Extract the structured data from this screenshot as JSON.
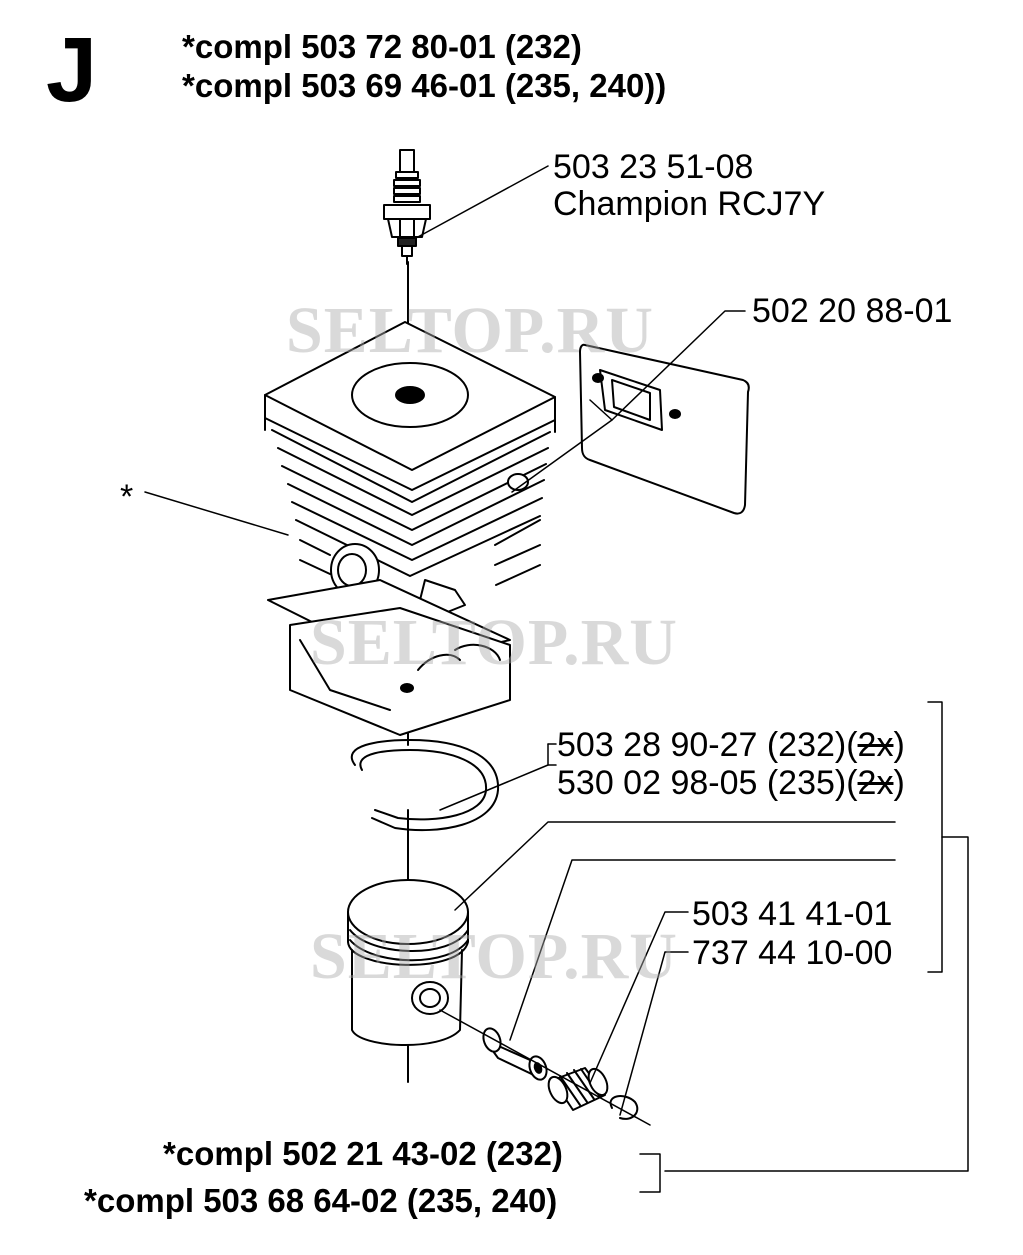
{
  "section_letter": "J",
  "header": {
    "line1": "*compl 503 72 80-01 (232)",
    "line2": "*compl 503 69 46-01 (235, 240))"
  },
  "watermark": "SELTOP.RU",
  "parts": {
    "spark_plug": {
      "number": "503 23 51-08",
      "desc": "Champion RCJ7Y"
    },
    "gasket": {
      "number": "502 20 88-01"
    },
    "cylinder": {
      "mark": "*"
    },
    "piston_ring_232": {
      "number": "503 28 90-27 (232)(",
      "qty": "2x",
      "close": ")"
    },
    "piston_ring_235": {
      "number": "530 02 98-05 (235)(",
      "qty": "2x",
      "close": ")"
    },
    "needle_bearing": {
      "number": "503 41 41-01"
    },
    "circlip": {
      "number": "737 44 10-00"
    }
  },
  "footer": {
    "line1": "*compl 502 21 43-02 (232)",
    "line2": "*compl 503 68 64-02 (235, 240)"
  }
}
